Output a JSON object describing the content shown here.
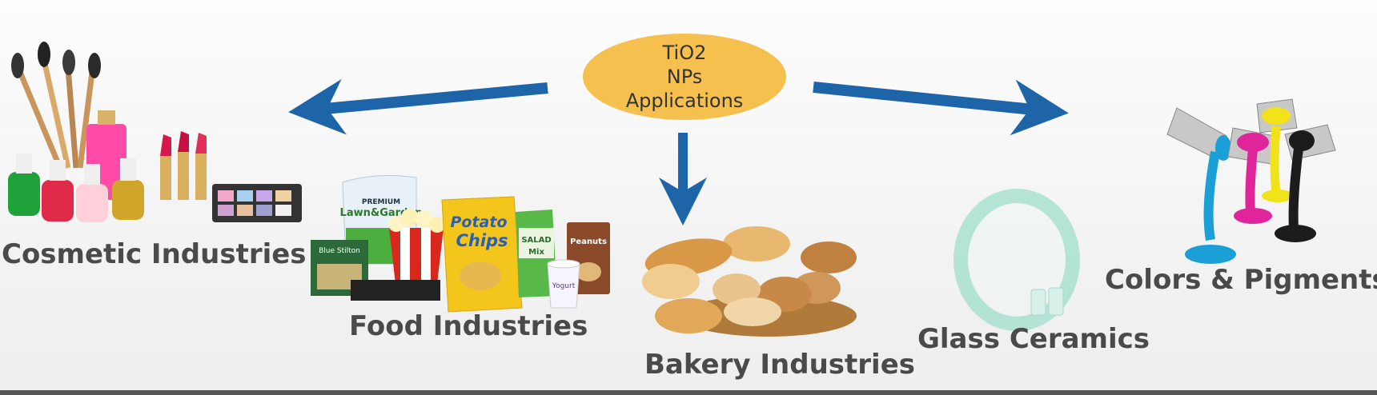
{
  "hub": {
    "lines": [
      "TiO2",
      "NPs",
      "Applications"
    ],
    "color": "#f6c04e"
  },
  "arrow_color": "#1e64a8",
  "categories": {
    "cosmetic": {
      "label": "Cosmetic Industries"
    },
    "food": {
      "label": "Food Industries",
      "package_texts": [
        "PREMIUM",
        "Lawn&Garden",
        "Potato",
        "Chips",
        "SALAD",
        "Mix",
        "Peanuts",
        "Blue Stilton",
        "Yogurt"
      ]
    },
    "bakery": {
      "label": "Bakery Industries"
    },
    "glass": {
      "label": "Glass Ceramics"
    },
    "colors": {
      "label": "Colors & Pigments"
    }
  },
  "paint_colors": [
    "#1a9fd6",
    "#e0259a",
    "#f2e21a",
    "#1c1c1c"
  ]
}
